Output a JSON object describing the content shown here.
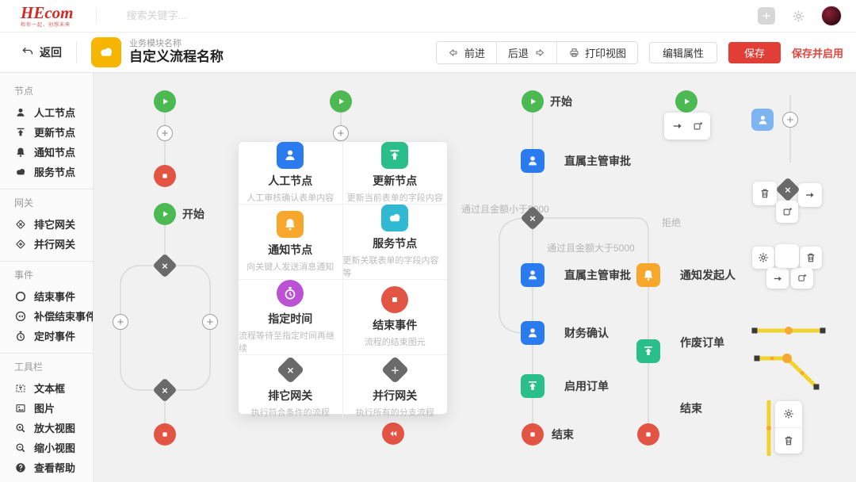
{
  "header": {
    "logo_text": "HEcom",
    "logo_tagline": "和你一起，创想未来",
    "search_placeholder": "搜索关键字..."
  },
  "toolbar": {
    "back_label": "返回",
    "module_label": "业务模块名称",
    "flow_title": "自定义流程名称",
    "forward_label": "前进",
    "backward_label": "后退",
    "print_label": "打印视图",
    "edit_props_label": "编辑属性",
    "save_label": "保存",
    "save_enable_label": "保存并启用"
  },
  "sidebar": {
    "sections": [
      {
        "title": "节点",
        "items": [
          {
            "icon": "person-icon",
            "label": "人工节点"
          },
          {
            "icon": "upload-icon",
            "label": "更新节点"
          },
          {
            "icon": "bell-icon",
            "label": "通知节点"
          },
          {
            "icon": "cloud-icon",
            "label": "服务节点"
          }
        ]
      },
      {
        "title": "网关",
        "items": [
          {
            "icon": "diamond-x-icon",
            "label": "排它网关"
          },
          {
            "icon": "diamond-plus-icon",
            "label": "并行网关"
          }
        ]
      },
      {
        "title": "事件",
        "items": [
          {
            "icon": "ring-icon",
            "label": "结束事件"
          },
          {
            "icon": "ring-rewind-icon",
            "label": "补偿结束事件"
          },
          {
            "icon": "clock-icon",
            "label": "定时事件"
          }
        ]
      },
      {
        "title": "工具栏",
        "items": [
          {
            "icon": "textbox-icon",
            "label": "文本框"
          },
          {
            "icon": "image-icon",
            "label": "图片"
          },
          {
            "icon": "zoom-in-icon",
            "label": "放大视图"
          },
          {
            "icon": "zoom-out-icon",
            "label": "缩小视图"
          },
          {
            "icon": "help-icon",
            "label": "查看帮助"
          }
        ]
      }
    ]
  },
  "palette": {
    "items": [
      {
        "icon": "person-icon",
        "color": "#2a7bf0",
        "title": "人工节点",
        "desc": "人工审核确认表单内容"
      },
      {
        "icon": "upload-icon",
        "color": "#2abf8a",
        "title": "更新节点",
        "desc": "更新当前表单的字段内容"
      },
      {
        "icon": "bell-icon",
        "color": "#f6a72c",
        "title": "通知节点",
        "desc": "向关键人发送消息通知"
      },
      {
        "icon": "cloud-icon",
        "color": "#2fb9d2",
        "title": "服务节点",
        "desc": "更新关联表单的字段内容等"
      },
      {
        "icon": "clock-icon",
        "color": "#bb52d4",
        "title": "指定时间",
        "desc": "流程等待至指定时间再继续"
      },
      {
        "icon": "stop-icon",
        "color": "#e25545",
        "title": "结束事件",
        "desc": "流程的结束图元"
      },
      {
        "icon": "diamond-x-icon",
        "color": "#6a6a6a",
        "title": "排它网关",
        "desc": "执行符合条件的流程"
      },
      {
        "icon": "diamond-plus-icon",
        "color": "#6a6a6a",
        "title": "并行网关",
        "desc": "执行所有的分支流程"
      }
    ]
  },
  "flow": {
    "start_left": "开始",
    "start_main": "开始",
    "approve_1": "直属主管审批",
    "cond_lt": "通过且金额小于5000",
    "cond_gt": "通过且金额大于5000",
    "cond_reject": "拒绝",
    "approve_2": "直属主管审批",
    "notify_initiator": "通知发起人",
    "finance_confirm": "财务确认",
    "cancel_order": "作废订单",
    "enable_order": "启用订单",
    "end_left": "结束",
    "end_right": "结束"
  },
  "colors": {
    "brand_red": "#d42a24",
    "accent_red": "#e03e36",
    "node_blue": "#2a7bf0",
    "node_green": "#4cb953",
    "node_emerald": "#2abf8a",
    "node_orange": "#f6a72c",
    "node_cyan": "#2fb9d2",
    "node_red": "#e25545",
    "node_purple": "#bb52d4",
    "gateway_gray": "#6a6a6a",
    "badge_yellow": "#f6b500",
    "wire_gray": "#d9d9d9",
    "selected_yellow": "#f1d32f",
    "handle_orange": "#f6a832"
  }
}
